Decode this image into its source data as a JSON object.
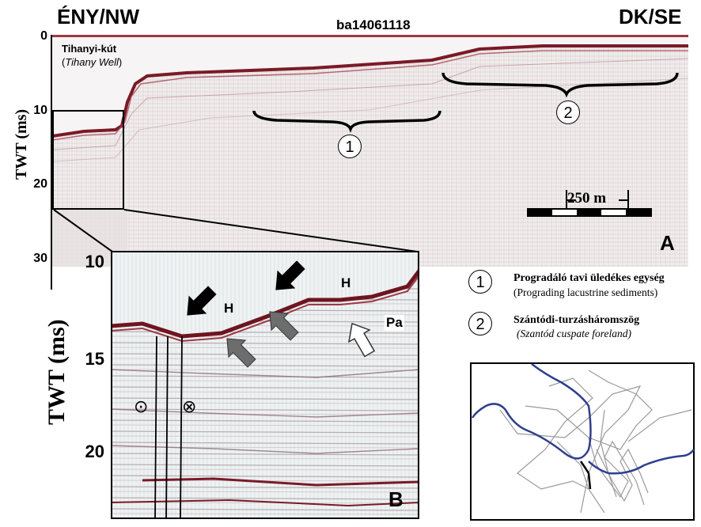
{
  "header": {
    "left": "ÉNY/NW",
    "center": "ba14061118",
    "right": "DK/SE"
  },
  "panel_a": {
    "letter": "A",
    "y_axis_label": "TWT (ms)",
    "y_ticks": [
      "0",
      "10",
      "20",
      "30"
    ],
    "well_label": "Tihanyi-kút",
    "well_label_en_open": "(",
    "well_label_en": "Tihany Well",
    "well_label_en_close": ")",
    "scale_label": "250 m",
    "unit_markers": [
      "1",
      "2"
    ]
  },
  "panel_b": {
    "letter": "B",
    "y_axis_label": "TWT (ms)",
    "y_ticks": [
      "10",
      "15",
      "20"
    ],
    "labels": {
      "h1": "H",
      "h2": "H",
      "pa": "Pa"
    },
    "symbols": [
      "⊙",
      "⊗"
    ]
  },
  "legend": {
    "items": [
      {
        "number": "1",
        "title": "Progradáló tavi üledékes egység",
        "subtitle": "(Prograding lacustrine sediments)"
      },
      {
        "number": "2",
        "title": "Szántódi-turzásháromszög",
        "subtitle": "(Szantód cuspate foreland)"
      }
    ]
  },
  "colors": {
    "seismic_bg": "#f2efef",
    "reflector": "#8a1f2c",
    "lake_shore": "#2e3f8f",
    "ship_track": "#9a9a9a"
  }
}
